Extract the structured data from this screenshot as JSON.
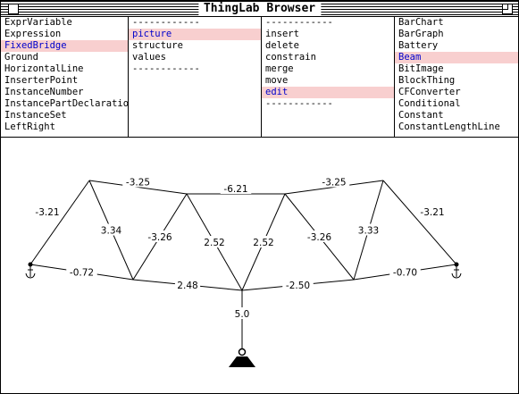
{
  "window": {
    "title": "ThingLab Browser"
  },
  "panes": {
    "classes": {
      "items": [
        "ExprVariable",
        "Expression",
        "FixedBridge",
        "Ground",
        "HorizontalLine",
        "InserterPoint",
        "InstanceNumber",
        "InstancePartDeclaration",
        "InstanceSet",
        "LeftRight"
      ],
      "selected": "FixedBridge"
    },
    "categories": {
      "items": [
        "------------",
        "picture",
        "structure",
        "values",
        "------------"
      ],
      "selected": "picture"
    },
    "operations": {
      "items": [
        "------------",
        "insert",
        "delete",
        "constrain",
        "merge",
        "move",
        "edit",
        "------------"
      ],
      "selected": "edit"
    },
    "parts": {
      "items": [
        "BarChart",
        "BarGraph",
        "Battery",
        "Beam",
        "BitImage",
        "BlockThing",
        "CFConverter",
        "Conditional",
        "Constant",
        "ConstantLengthLine"
      ],
      "selected": "Beam"
    }
  },
  "bridge": {
    "members": [
      "-3.21",
      "-3.25",
      "-6.21",
      "-3.25",
      "-3.21",
      "3.34",
      "-3.26",
      "2.52",
      "2.52",
      "-3.26",
      "3.33",
      "-0.72",
      "2.48",
      "-2.50",
      "-0.70",
      "5.0"
    ],
    "load_label": "5.0"
  },
  "colors": {
    "selection": "#f8cfcf",
    "selected_text": "#0000cc"
  }
}
